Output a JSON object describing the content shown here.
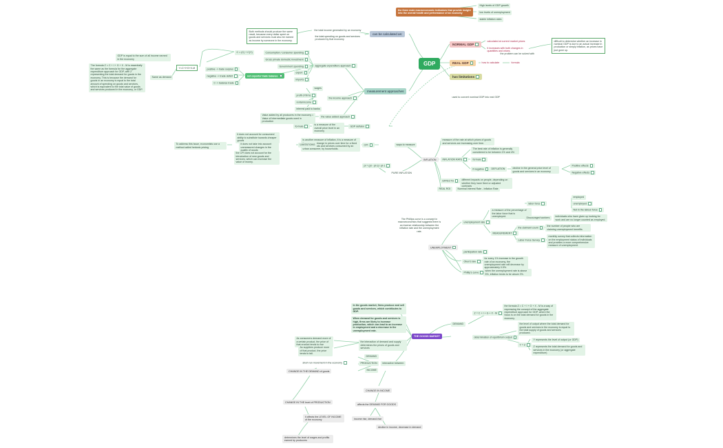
{
  "colors": {
    "link": "#8fcfa6",
    "root": "#2faa5f",
    "accent_blue": "#b9c7d8",
    "accent_teal": "#a9d6c9"
  },
  "nodes": {
    "gdp": "GDP",
    "three_main": "the three main macroeconomic indicators that provide insight into the overall health and performance of an economy",
    "high_gdp": "High levels of GDP growth",
    "low_unemp": "low levels of unemployment",
    "stable_infl": "stable inflation rates",
    "can_be_calc": "can be calculated as:",
    "total_income": "the total income generated by an economy",
    "total_spending": "the total spending on goods and services produced by that economy",
    "both_methods": "Both methods should produce the same result, because every dollar spent on goods and services must also be earned as income by someone in the economy.",
    "normal_gdp": "NORMAL GDP",
    "calc_current": "calculated at current market prices",
    "increases_both": "it increases with both changes in quantities and prices.",
    "difficult": "difficult to determine whether an increase in nominal GDP is due to an actual increase in production or simply inflation, as prices have just gone up.",
    "problem_solved": "the problem can be solved with",
    "real_gdp": "REAL GDP",
    "how_to_calc": "how to calculate",
    "formula_a": "formula",
    "has_limitations": "has limitations",
    "used_convert": "used to convert nominal GDP into real GDP",
    "measurement": "measurement approaches",
    "agg_exp": "aggregate expenditure approach",
    "consumption": "Consumption / consumer spending",
    "c_label": "C = (C) + C(Y)",
    "gross_priv": "Gross private domestic investment",
    "gov_spend": "Government spending",
    "export": "export",
    "imports": "imports",
    "net_exports": "net exports/ trade balance",
    "pos_surplus": "positive -> trade surplus",
    "neg_deficit": "negative -> trade deficit",
    "zero_balance": "0 -> balance trade",
    "formula_y": "Y=C+I+G+X-M",
    "same_as_demand": "Same as demand",
    "gdp_equal_income": "GDP is equal to the sum of all income earned in the economy",
    "formula_long": "The formula Z = C + I + G + X - M is essentially the same as the formula for the aggregate expenditure approach for GDP, with Z representing the total demand for goods in the economy. This is because the demand for goods in an economy is equal to the total amount of spending on goods and services, which is equivalent to the total value of goods and services produced in the economy, or GDP.",
    "income_approach": "the income approach",
    "wages": "wages",
    "profit_firms": "profit of firms",
    "rental_income": "rental income",
    "interest_paid": "interest paid to banks",
    "value_added": "the value added approach",
    "value_added_desc": "Value added by all producers in the economy = Value of Intermediate goods used in production",
    "gdp_deflator": "GDP deflator",
    "measure_overall": "is a measure of the overall price level in an economy",
    "formula_b": "formula",
    "ways_measure": "ways to measure",
    "cpi": "CPI",
    "cpi_desc": "is another measure of inflation, it is a measure of the average change in prices over time for a fixed basket of goods and services consumed by an urban consumer, by households.",
    "limitations": "LIMITATIONS",
    "lim1": "it does not account for consumers' ability to substitute towards cheaper goods",
    "lim2": "it does not take into account unmeasured changes in the quality of goods",
    "lim3": "the CPI does not account for the introduction of new goods and services, which can increase the value of money.",
    "hedonic": "To address this issue, economists use a method called hedonic pricing",
    "pi_formula": "pi = (pt - pt-1) / pt-1",
    "pure_inflation": "PURE INFLATION",
    "inflation": "INFLATION",
    "infl_measure": "measure of the rate at which prices of goods and services are increasing over time.",
    "infl_rate": "INFLATION RATE",
    "best_rate": "The best rate of inflation is generally considered to be between 1% and 4%",
    "formula_c": "formula",
    "if_negative": "if negative",
    "deflation": "DEFLATION",
    "deflation_desc": "decline in the general price level of goods and services in an economy",
    "positive_effects": "Positive effects",
    "negative_effects": "Negative effects",
    "effects": "EFFECTS",
    "effects_desc": "different impacts on people, depending on whether they have fixed or adjusted contracts",
    "real_roi": "REAL ROI",
    "nominal_minus": "Nominal Interest Rate - Inflation Rate",
    "phillips_note": "The Phillips curve is a concept in macroeconomics that suggests there is an inverse relationship between the inflation rate and the unemployment rate.",
    "unemployment": "UNEMPLOYMENT",
    "unemp_rate": "unemployment rate",
    "unemp_measure": "a measure of the percentage of the labor force that is unemployed.",
    "labor_force": "labor force",
    "employed": "employed",
    "unemployed": "unemployed",
    "not_labor": "Not in the labour force",
    "discouraged": "Discouraged workers",
    "discouraged_desc": "individuals who have given up looking for work and are no longer counted as employed.",
    "measurement_u": "MEASUREMENT",
    "claimant": "the claimant count",
    "claimant_desc": "the number of people who are claiming unemployment benefits",
    "lfs": "Labor Force Survey",
    "lfs_desc": "monthly survey that collects information on the employment status of individuals and provides a more comprehensive measure of unemployment.",
    "participation": "participation rate",
    "okun": "Okun's law",
    "okun_desc": "for every 1% increase in the growth rate of an economy, the unemployment rate will decrease by approximately 0.5%.",
    "phillips_curve": "Phillip's curve",
    "phillips_desc": "when the unemployment rate is above 5%, inflation tends to be above 2%.",
    "goods_market": "THE GOODS MARKET",
    "goods_desc": "In the goods market, firms produce and sell goods and services, which contributes to GDP.",
    "demand_high": "When demand for goods and services is high, firms are likely to increase production, which can lead to an increase in employment and a decrease in the unemployment rate.",
    "demand": "DEMAND",
    "z_formula": "Z = C + I + G + X - M",
    "z_desc": "the formula Z = C + I + G + X - M is a way of expressing the concept of the aggregate expenditure approach for GDP, where the focus is on the total demand for goods in the economy.",
    "det_equilibrium": "determination of equilibrium output",
    "level_output": "the level of output where the total demand for goods and services in the economy is equal to the total supply of goods and services produced.",
    "y_eq_z": "Y = Z",
    "y_represents": "Y represents the level of output (or GDP)",
    "z_represents": "Z represents the total demand for goods and services in the economy (or aggregate expenditure)",
    "interaction": "the interaction of demand and supply determines the prices of goods and services",
    "consumers_demand": "As consumers demand more of a certain product, the price of that product tends to rise",
    "suppliers_produce": "As suppliers produce more of that product, the price tends to fall.",
    "demand_small": "DEMAND",
    "production": "PRODUCTION",
    "income": "INCOME",
    "interactive": "interactive between",
    "short_run": "short-run movement in the economy",
    "change_demand": "CHANGE IN THE DEMAND of goods",
    "change_production": "CHANGE IN THE level of PRODUCTION",
    "affects_level": "it affects the LEVEL OF INCOME of the economy",
    "determines_wages": "determines the level of wages and profits earned by producers",
    "change_income": "CHANGE IN INCOME",
    "affects_demand": "affects the DEMAND FOR GOODS",
    "income_rise": "income rise, demand rise",
    "decline_income": "decline in income, decrease in demand"
  }
}
